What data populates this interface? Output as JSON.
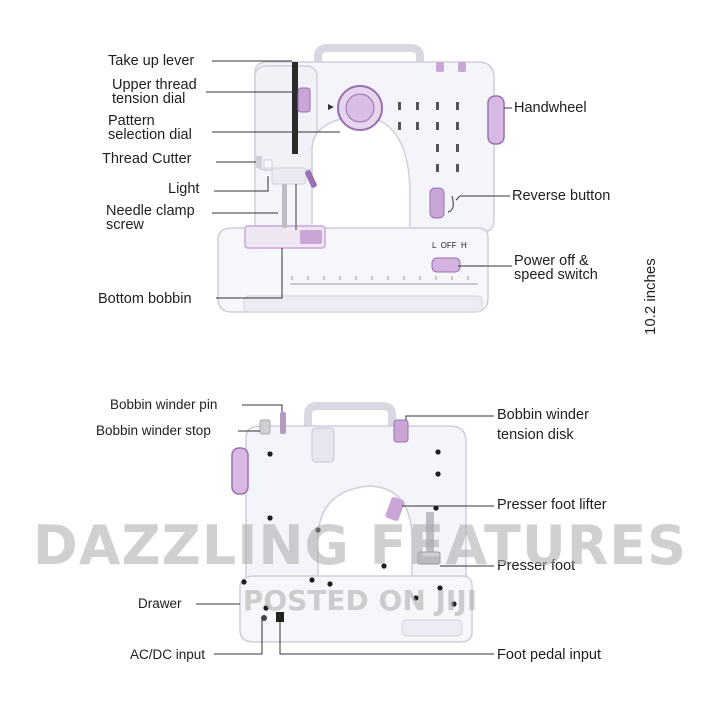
{
  "front_labels": {
    "take_up_lever": "Take up lever",
    "upper_thread_tension_dial": "Upper thread\ntension dial",
    "pattern_selection_dial": "Pattern\nselection dial",
    "thread_cutter": "Thread Cutter",
    "light": "Light",
    "needle_clamp_screw": "Needle clamp\nscrew",
    "bottom_bobbin": "Bottom bobbin",
    "handwheel": "Handwheel",
    "reverse_button": "Reverse button",
    "power_off_speed_switch": "Power off &\nspeed switch",
    "switch_marks": "L  OFF  H",
    "height": "10.2 inches"
  },
  "back_labels": {
    "bobbin_winder_pin": "Bobbin winder pin",
    "bobbin_winder_stop": "Bobbin winder stop",
    "bobbin_winder_tension_disk": "Bobbin winder\ntension disk",
    "presser_foot_lifter": "Presser foot lifter",
    "presser_foot": "Presser foot",
    "drawer": "Drawer",
    "ac_dc_input": "AC/DC input",
    "foot_pedal_input": "Foot pedal input"
  },
  "watermark": {
    "line1": "DAZZLING FEATURES",
    "line2": "POSTED ON JIJI"
  },
  "colors": {
    "body": "#f4f4fb",
    "outline": "#c9c9d6",
    "accent": "#c9a6d6",
    "accent_dark": "#9b6fb0"
  }
}
